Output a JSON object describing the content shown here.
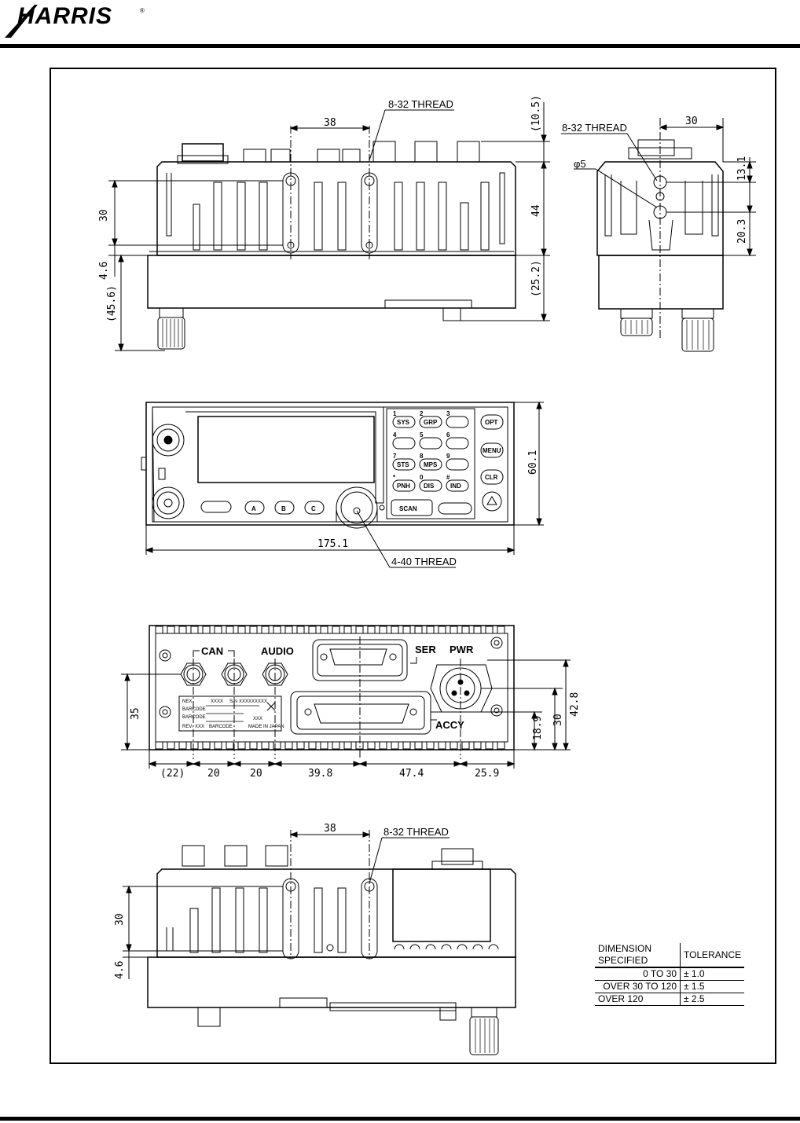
{
  "header": {
    "brand": "HARRIS"
  },
  "top_view": {
    "thread_front": "8-32 THREAD",
    "thread_side": "8-32 THREAD",
    "dia": "φ5",
    "dims": {
      "d38": "38",
      "d30": "30",
      "d4_6": "4.6",
      "d45_6": "(45.6)",
      "d10_5": "(10.5)",
      "d44": "44",
      "d25_2": "(25.2)",
      "side_30": "30",
      "side_13_1": "13.1",
      "side_20_3": "20.3"
    }
  },
  "front_panel": {
    "width": "175.1",
    "height": "60.1",
    "thread": "4-40 THREAD",
    "keys": [
      {
        "n": "1",
        "t": "SYS"
      },
      {
        "n": "2",
        "t": "GRP"
      },
      {
        "n": "3",
        "t": ""
      },
      {
        "n": "4",
        "t": ""
      },
      {
        "n": "5",
        "t": ""
      },
      {
        "n": "6",
        "t": ""
      },
      {
        "n": "7",
        "t": "STS"
      },
      {
        "n": "8",
        "t": "MPS"
      },
      {
        "n": "9",
        "t": ""
      },
      {
        "n": "*",
        "t": "PNH"
      },
      {
        "n": "0",
        "t": "DIS"
      },
      {
        "n": "#",
        "t": "IND"
      }
    ],
    "side_keys": [
      "OPT",
      "MENU",
      "CLR"
    ],
    "bottom_keys": [
      "A",
      "B",
      "C"
    ],
    "scan": "SCAN"
  },
  "rear_panel": {
    "labels": {
      "can": "CAN",
      "audio": "AUDIO",
      "ser": "SER",
      "pwr": "PWR",
      "accy": "ACCY"
    },
    "label_plate": {
      "model": "XXXX",
      "sn": "S/N",
      "serial": "XXXXXXXXX",
      "barcode1": "BARCODE",
      "barcode2": "BARCODE",
      "rev": "REV.",
      "rev_val": "XXX",
      "barcode3": "BARCODE",
      "made": "MADE IN JAPAN",
      "xxx": "XXX"
    },
    "dims": {
      "d35": "35",
      "d22": "(22)",
      "d20a": "20",
      "d20b": "20",
      "d39_8": "39.8",
      "d47_4": "47.4",
      "d25_9": "25.9",
      "d18_9": "18.9",
      "d30": "30",
      "d42_8": "42.8"
    }
  },
  "bottom_view": {
    "thread": "8-32 THREAD",
    "dims": {
      "d38": "38",
      "d30": "30",
      "d4_6": "4.6"
    }
  },
  "tolerance_table": {
    "headers": [
      "DIMENSION SPECIFIED",
      "TOLERANCE"
    ],
    "rows": [
      [
        "0  TO  30",
        "±  1.0"
      ],
      [
        "OVER 30 TO 120",
        "±  1.5"
      ],
      [
        "OVER 120",
        "±  2.5"
      ]
    ]
  }
}
